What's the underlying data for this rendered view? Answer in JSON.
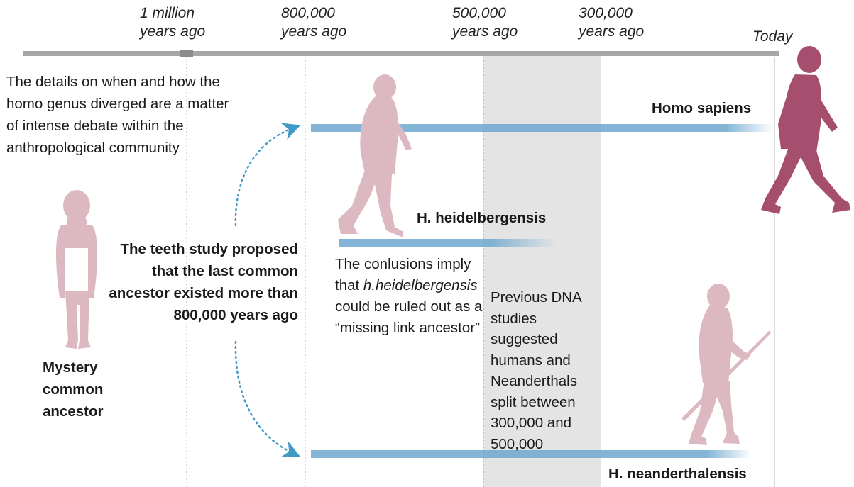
{
  "timeline": {
    "ticks": [
      {
        "line1": "1 million",
        "line2": "years ago"
      },
      {
        "line1": "800,000",
        "line2": "years ago"
      },
      {
        "line1": "500,000",
        "line2": "years ago"
      },
      {
        "line1": "300,000",
        "line2": "years ago"
      }
    ],
    "end_label": "Today"
  },
  "intro_text": "The details on when and how the homo genus diverged are a matter of intense debate within the anthropological community",
  "teeth_study_text": "The teeth study proposed that the last common ancestor existed more than 800,000 years ago",
  "mystery_label": "Mystery common ancestor",
  "species": {
    "sapiens": "Homo sapiens",
    "heidelbergensis": "H. heidelbergensis",
    "neanderthalensis": "H. neanderthalensis"
  },
  "conclusions": {
    "before": "The conlusions imply that",
    "italic": "h.heidelbergensis",
    "after": "could be ruled out as a “missing link ancestor”"
  },
  "dna_text": "Previous DNA studies suggested humans and Neanderthals split between 300,000 and 500,000",
  "colors": {
    "axis": "#a7a7a7",
    "bar": "#6fa8cf",
    "band": "#e4e4e4",
    "figure_light": "#dcb8c0",
    "figure_dark": "#a64e6e",
    "arrow": "#3f9bc6"
  }
}
